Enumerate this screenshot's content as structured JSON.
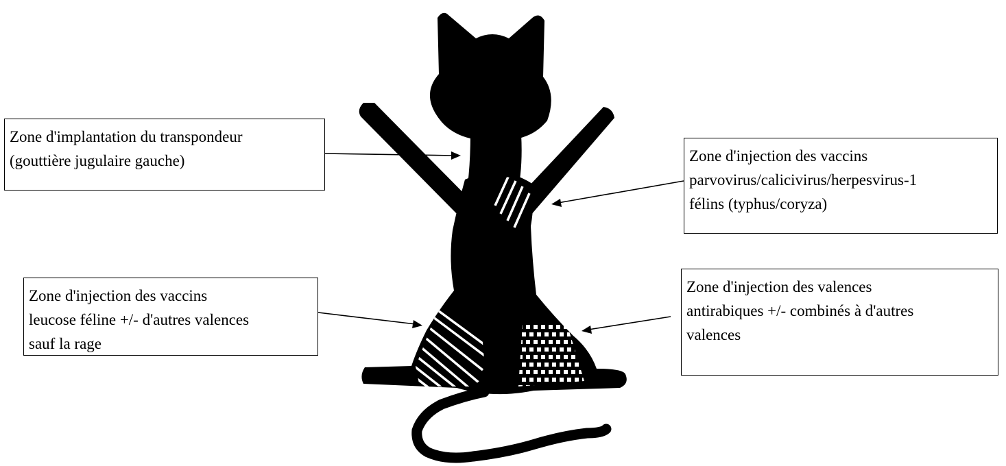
{
  "colors": {
    "silhouette": "#000000",
    "hatch": "#ffffff",
    "background": "#ffffff",
    "box_border": "#000000",
    "text": "#000000"
  },
  "labels": {
    "transponder": {
      "lines": [
        "Zone d'implantation du transpondeur",
        "(gouttière jugulaire gauche)"
      ]
    },
    "fvrcp_vaccines": {
      "lines": [
        "Zone d'injection des vaccins",
        "parvovirus/calicivirus/herpesvirus-1",
        "félins  (typhus/coryza)"
      ]
    },
    "felv_vaccines": {
      "lines": [
        "Zone d'injection des vaccins",
        "leucose féline +/- d'autres valences",
        "sauf la rage"
      ]
    },
    "rabies_vaccines": {
      "lines": [
        "Zone d'injection des valences",
        "antirabiques +/- combinés à d'autres",
        "valences"
      ]
    }
  }
}
